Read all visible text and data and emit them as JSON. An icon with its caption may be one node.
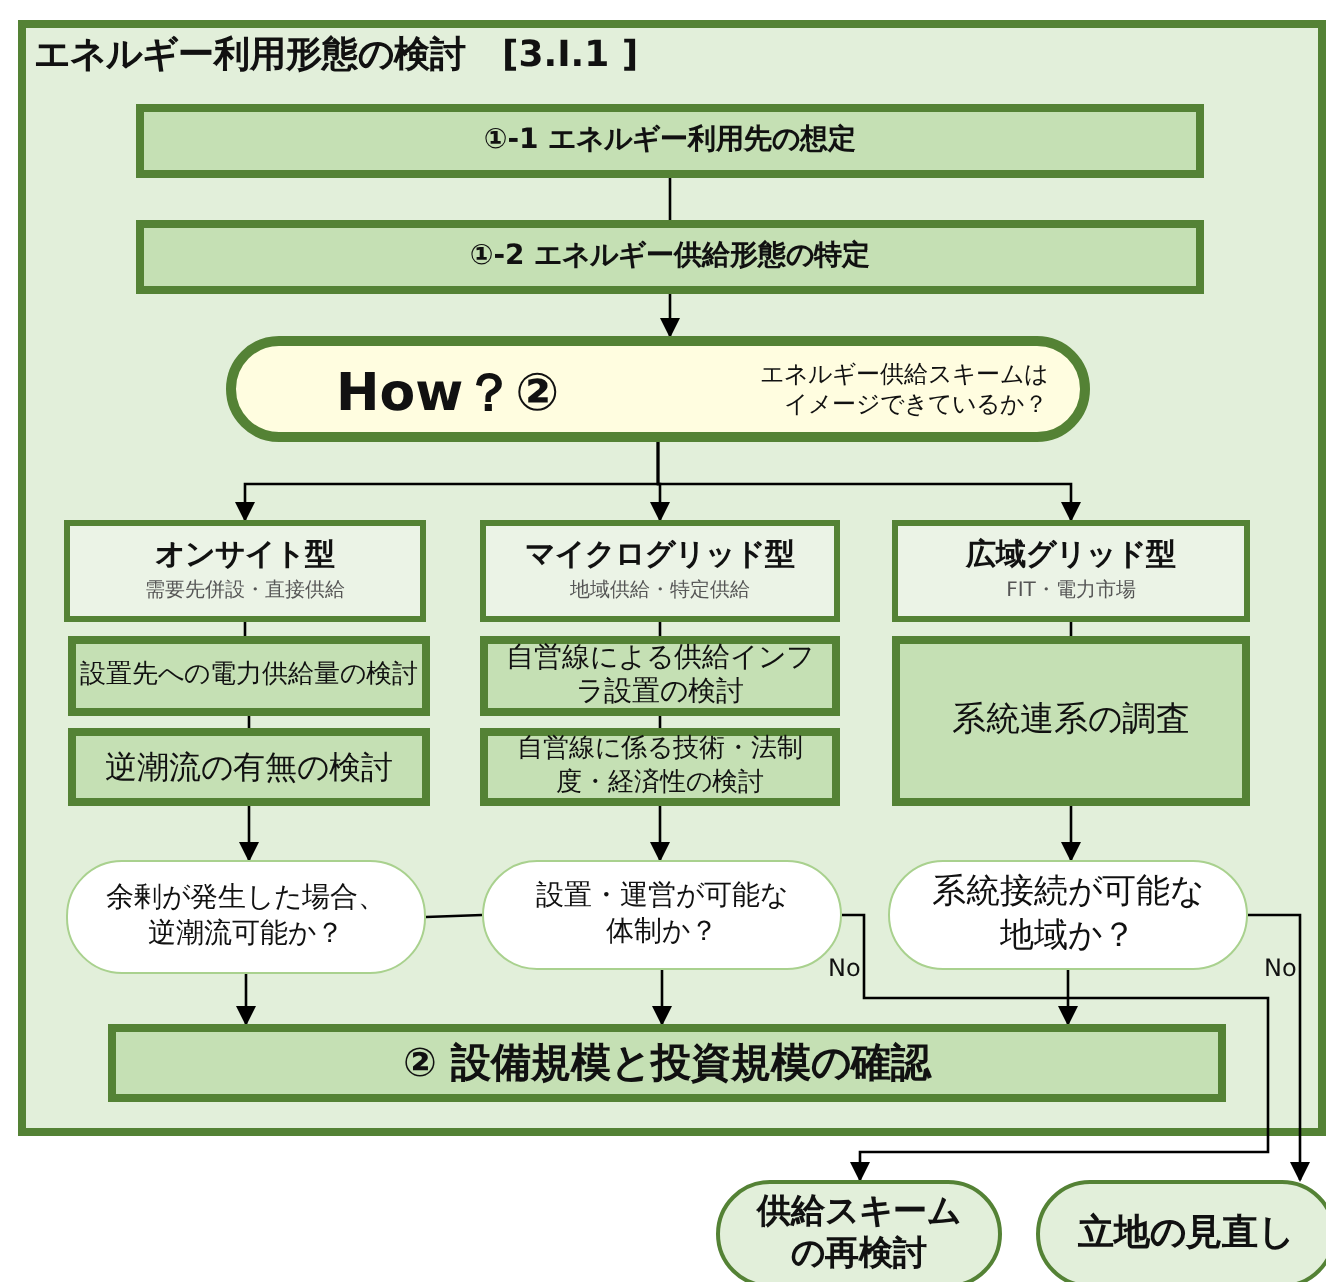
{
  "diagram": {
    "nodes": [
      {
        "text": [
          "エネルギー利用形態の検討　[3.Ⅰ.1 ]"
        ]
      },
      {
        "text": [
          "①-1 エネルギー利用先の想定"
        ],
        "in": 0
      },
      {
        "text": [
          "①-2 エネルギー供給形態の特定"
        ],
        "in": 0
      },
      {
        "text": [
          "How？②",
          "エネルギー供給スキームはイメージできているか？"
        ],
        "in": 0
      },
      {
        "text": [
          "オンサイト型",
          "需要先併設・直接供給"
        ],
        "in": 0
      },
      {
        "text": [
          "設置先への電力供給量の検討"
        ],
        "in": 0
      },
      {
        "text": [
          "逆潮流の有無の検討"
        ],
        "in": 0
      },
      {
        "text": [
          "マイクログリッド型",
          "地域供給・特定供給"
        ],
        "in": 0
      },
      {
        "text": [
          "自営線による供給インフラ設置の検討"
        ],
        "in": 0
      },
      {
        "text": [
          "自営線に係る技術・法制度・経済性の検討"
        ],
        "in": 0
      },
      {
        "text": [
          "広域グリッド型",
          "FIT・電力市場"
        ],
        "in": 0
      },
      {
        "text": [
          "系統連系の調査"
        ],
        "in": 0
      },
      {
        "text": [
          "余剰が発生した場合、逆潮流可能か？"
        ],
        "in": 0
      },
      {
        "text": [
          "設置・運営が可能な体制か？"
        ],
        "in": 0
      },
      {
        "text": [
          "系統接続が可能な地域か？"
        ],
        "in": 0
      },
      {
        "text": [
          "② 設備規模と投資規模の確認"
        ],
        "in": 0
      },
      {
        "text": [
          "供給スキームの再検討"
        ]
      },
      {
        "text": [
          "立地の見直し"
        ]
      }
    ],
    "edges": [
      {
        "from": 1,
        "to": 2,
        "arrow": "none"
      },
      {
        "from": 2,
        "to": 3,
        "arrow": "to"
      },
      {
        "from": 3,
        "to": 4,
        "arrow": "to"
      },
      {
        "from": 3,
        "to": 7,
        "arrow": "to"
      },
      {
        "from": 3,
        "to": 10,
        "arrow": "to"
      },
      {
        "from": 4,
        "to": 5,
        "arrow": "none"
      },
      {
        "from": 5,
        "to": 6,
        "arrow": "none"
      },
      {
        "from": 7,
        "to": 8,
        "arrow": "none"
      },
      {
        "from": 8,
        "to": 9,
        "arrow": "none"
      },
      {
        "from": 10,
        "to": 11,
        "arrow": "none"
      },
      {
        "from": 6,
        "to": 12,
        "arrow": "to"
      },
      {
        "from": 9,
        "to": 13,
        "arrow": "to"
      },
      {
        "from": 11,
        "to": 14,
        "arrow": "to"
      },
      {
        "from": 12,
        "to": 15,
        "arrow": "to"
      },
      {
        "from": 13,
        "to": 15,
        "arrow": "to"
      },
      {
        "from": 14,
        "to": 15,
        "arrow": "to"
      },
      {
        "from": 12,
        "to": 13,
        "arrow": "none"
      },
      {
        "from": 13,
        "to": 16,
        "arrow": "to",
        "label": "No"
      },
      {
        "from": 14,
        "to": 17,
        "arrow": "to",
        "label": "No"
      }
    ]
  }
}
